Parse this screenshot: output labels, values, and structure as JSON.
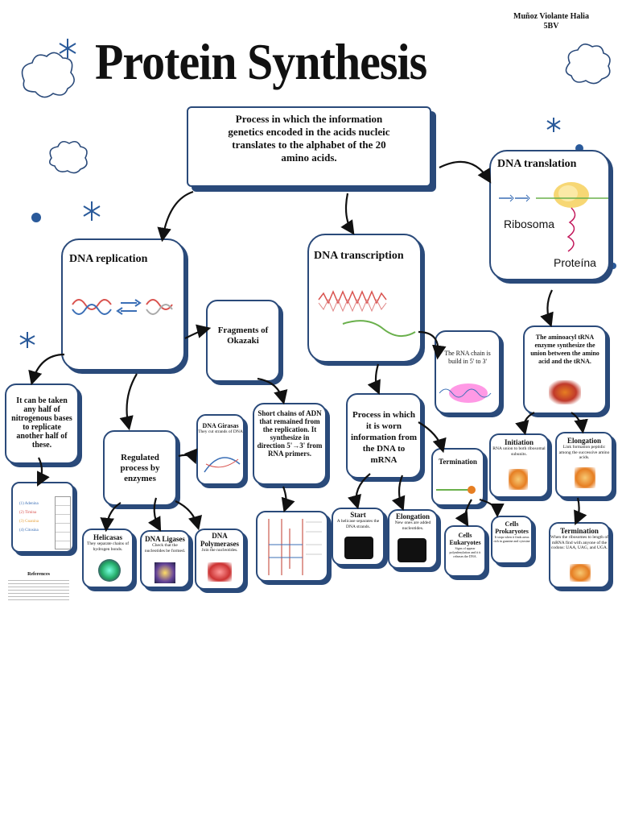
{
  "author": {
    "name": "Muñoz Violante Halia",
    "group": "5BV"
  },
  "title": "Protein Synthesis",
  "definition": "Process in which the information genetics encoded in the acids nucleic translates to the alphabet of the 20 amino acids.",
  "replication": {
    "title": "DNA replication",
    "half": "It can be taken any half of nitrogenous bases to replicate another half of these.",
    "regulated": "Regulated process by enzymes",
    "okazaki": "Fragments of Okazaki",
    "short_chains": "Short chains of ADN that remained from the replication. It synthesize in direction 5'→3' from RNA primers.",
    "girasas": {
      "title": "DNA Girasas",
      "text": "They cut strands of DNA"
    },
    "helicasas": {
      "title": "Helicasas",
      "text": "They separate chains of hydrogen bonds."
    },
    "ligases": {
      "title": "DNA Ligases",
      "text": "Check that the nucleotides be formed."
    },
    "polymerases": {
      "title": "DNA Polymerases",
      "text": "Join the nucleotides."
    },
    "table_items": [
      "(1) Adenina",
      "(2) Timina",
      "(3) Guanina",
      "(4) Citosina"
    ],
    "references_title": "References"
  },
  "transcription": {
    "title": "DNA transcription",
    "rna_chain": "The RNA chain is build in 5' to 3'",
    "process": "Process in which it is worn information from the DNA to mRNA",
    "start": {
      "title": "Start",
      "text": "A helicase separates the DNA strands."
    },
    "elongation": {
      "title": "Elongation",
      "text": "New ones are added nucleotides."
    },
    "termination": {
      "title": "Termination"
    },
    "eukaryotes": {
      "title": "Cells Eukaryotes",
      "text": "Signs of appear polyadenylation and it it releases the DNA."
    },
    "prokaryotes": {
      "title": "Cells Prokaryotes",
      "text": "It stops when it finds areas rich in guanine and cytosine"
    }
  },
  "translation": {
    "title": "DNA translation",
    "ribosome_label": "Ribosoma",
    "protein_label": "Proteína",
    "trna": "The aminoacyl tRNA enzyme synthesize the union between the amino acid and the tRNA.",
    "initiation": {
      "title": "Initiation",
      "text": "RNA union to both ribosomal subunits."
    },
    "elongation": {
      "title": "Elongation",
      "text": "Link formation peptidic among the successive amino acids."
    },
    "termination": {
      "title": "Termination",
      "text": "When the ribosomes to length of mRNA find with anyone of the codons: UAA, UAG, and UGA."
    }
  },
  "colors": {
    "outline": "#2a4a7a",
    "arrow": "#111111",
    "dna_red": "#d9534f",
    "dna_green": "#6ab04c"
  }
}
